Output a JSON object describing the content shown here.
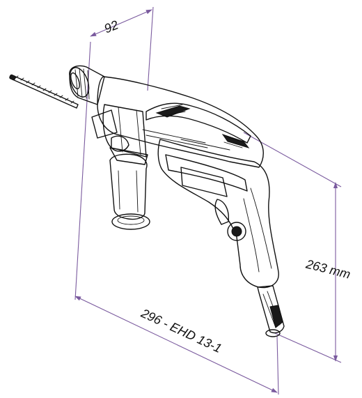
{
  "drawing": {
    "dimension_color": "#7a5a9e",
    "line_color": "#111111",
    "dimensions": {
      "depth": {
        "value": "92"
      },
      "height": {
        "value": "263 mm"
      },
      "length": {
        "value": "296 - EHD 13-1"
      }
    }
  }
}
